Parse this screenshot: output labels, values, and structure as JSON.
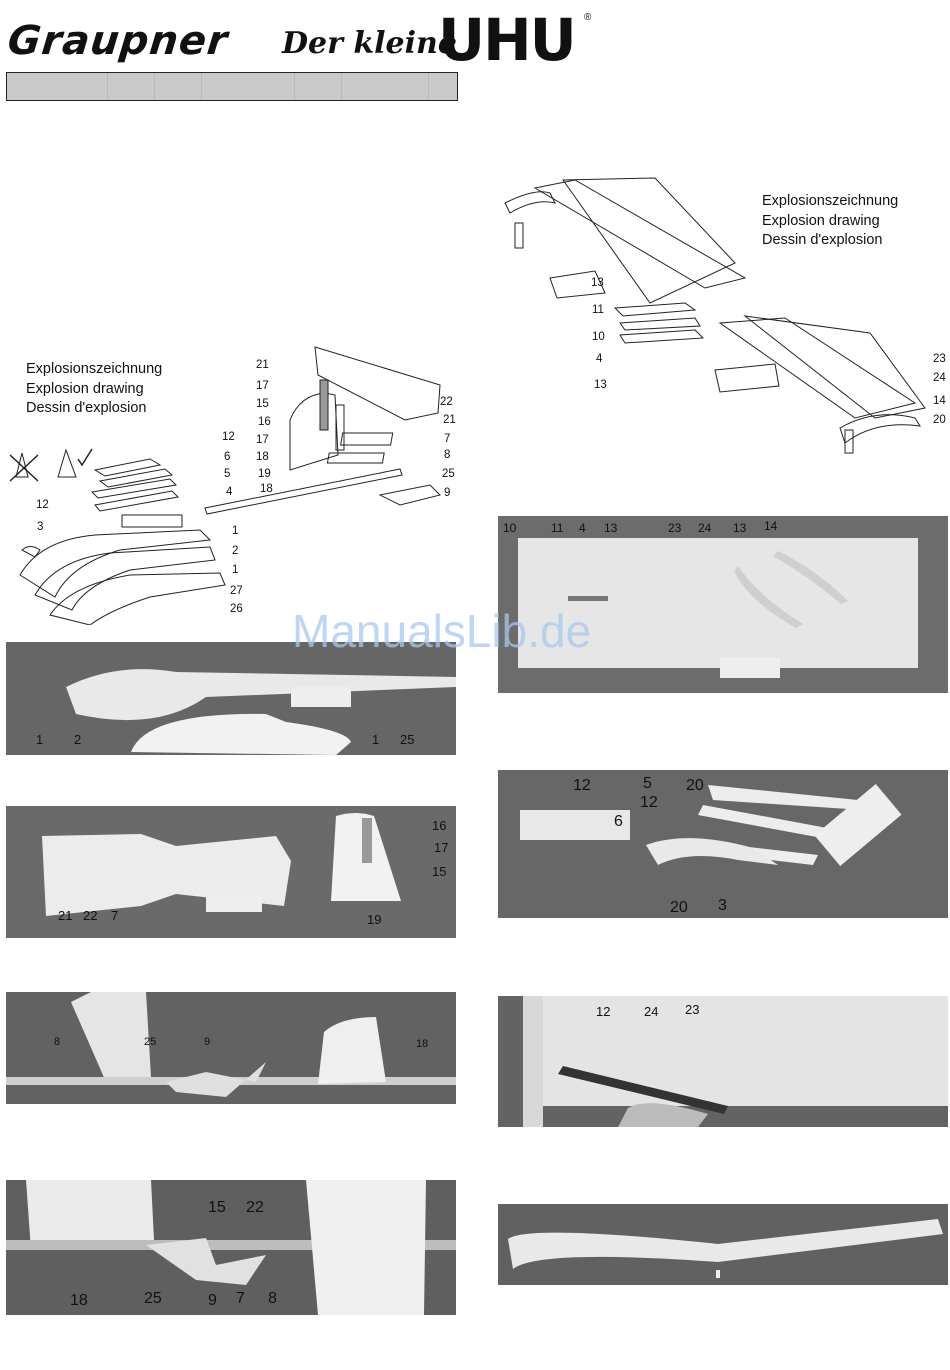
{
  "header": {
    "brand_graupner": "Graupner",
    "brand_der_kleine": "Der kleine",
    "brand_uhu": "UHU",
    "registered": "®"
  },
  "watermark": "ManualsLib.de",
  "left_drawing": {
    "caption_de": "Explosionszeichnung",
    "caption_en": "Explosion drawing",
    "caption_fr": "Dessin d'explosion",
    "labels": [
      "21",
      "17",
      "15",
      "16",
      "17",
      "18",
      "19",
      "18",
      "22",
      "21",
      "7",
      "8",
      "25",
      "9",
      "12",
      "6",
      "5",
      "4",
      "12",
      "3",
      "1",
      "2",
      "1",
      "27",
      "26"
    ]
  },
  "right_drawing": {
    "caption_de": "Explosionszeichnung",
    "caption_en": "Explosion drawing",
    "caption_fr": "Dessin d'explosion",
    "labels": [
      "13",
      "11",
      "10",
      "4",
      "13",
      "23",
      "24",
      "14",
      "20"
    ]
  },
  "photos": {
    "p1": [
      "1",
      "2",
      "1",
      "25"
    ],
    "p2": [
      "21",
      "22",
      "7",
      "16",
      "17",
      "15",
      "19"
    ],
    "p3": [
      "8",
      "25",
      "9",
      "18"
    ],
    "p4": [
      "15",
      "22",
      "18",
      "25",
      "9",
      "7",
      "8"
    ],
    "p5": [
      "10",
      "11",
      "4",
      "13",
      "23",
      "24",
      "13",
      "14"
    ],
    "p6": [
      "12",
      "5",
      "12",
      "6",
      "20",
      "20",
      "3"
    ],
    "p7": [
      "12",
      "24",
      "23"
    ]
  }
}
